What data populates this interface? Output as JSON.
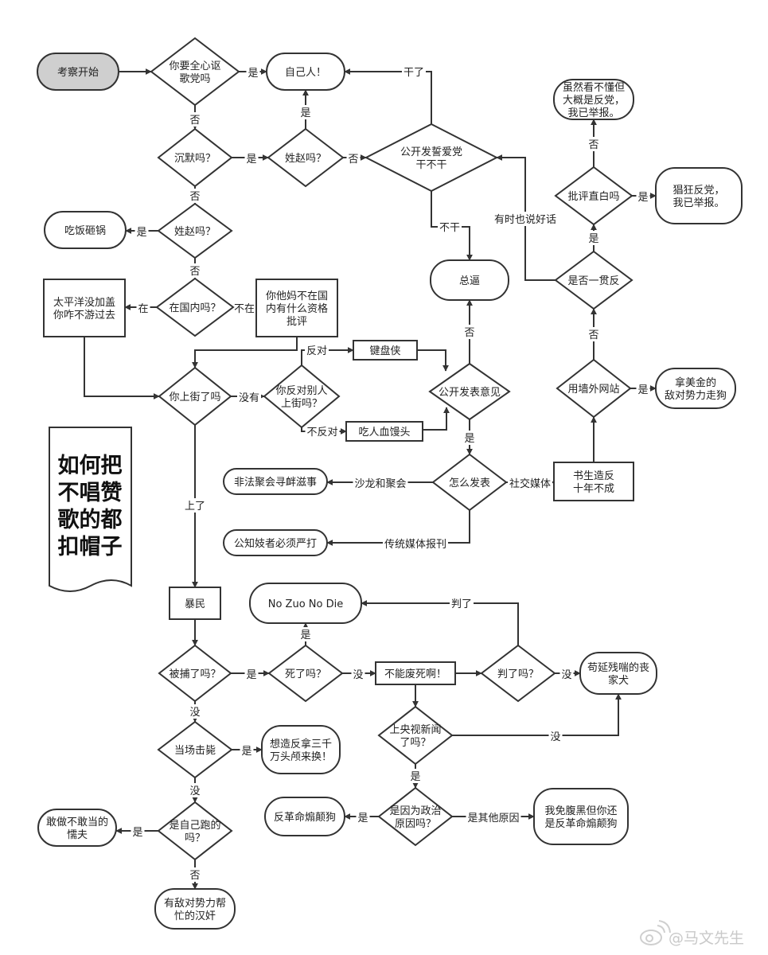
{
  "title": {
    "lines": [
      "如何把",
      "不唱赞",
      "歌的都",
      "扣帽子"
    ]
  },
  "watermark": {
    "text": "@马文先生",
    "icon": "weibo-icon"
  },
  "nodes": [
    {
      "id": "start",
      "label": "考察开始"
    },
    {
      "id": "q_praise",
      "label": "你要全心讴\n歌党吗"
    },
    {
      "id": "own_people",
      "label": "自己人！"
    },
    {
      "id": "q_silent",
      "label": "沉默吗？"
    },
    {
      "id": "q_zhao1",
      "label": "姓赵吗？"
    },
    {
      "id": "q_vow",
      "label": "公开发誓爱党\n干不干"
    },
    {
      "id": "q_zhao2",
      "label": "姓赵吗？"
    },
    {
      "id": "eat_smash",
      "label": "吃饭砸锅"
    },
    {
      "id": "q_domestic",
      "label": "在国内吗？"
    },
    {
      "id": "pacific",
      "label": "太平洋没加盖\n你咋不游过去"
    },
    {
      "id": "not_domestic",
      "label": "你他妈不在国\n内有什么资格\n批评"
    },
    {
      "id": "q_street",
      "label": "你上街了吗"
    },
    {
      "id": "q_oppose",
      "label": "你反对别人\n上街吗？"
    },
    {
      "id": "keyboard",
      "label": "键盘侠"
    },
    {
      "id": "bloody_bun",
      "label": "吃人血馒头"
    },
    {
      "id": "q_public",
      "label": "公开发表意见"
    },
    {
      "id": "zongyi",
      "label": "总逼"
    },
    {
      "id": "q_how",
      "label": "怎么发表"
    },
    {
      "id": "illegal_gather",
      "label": "非法聚会寻衅滋事"
    },
    {
      "id": "public_knowledge",
      "label": "公知妓者必须严打"
    },
    {
      "id": "scholar",
      "label": "书生造反\n十年不成"
    },
    {
      "id": "q_vpn",
      "label": "用墙外网站"
    },
    {
      "id": "us_money",
      "label": "拿美金的\n敌对势力走狗"
    },
    {
      "id": "q_always",
      "label": "是否一贯反"
    },
    {
      "id": "q_criticize",
      "label": "批评直白吗"
    },
    {
      "id": "rampant",
      "label": "猖狂反党，\n我已举报。"
    },
    {
      "id": "dont_understand",
      "label": "虽然看不懂但\n大概是反党，\n我已举报。"
    },
    {
      "id": "mob",
      "label": "暴民"
    },
    {
      "id": "q_arrested",
      "label": "被捕了吗？"
    },
    {
      "id": "q_dead",
      "label": "死了吗？"
    },
    {
      "id": "nozuo",
      "label": "No Zuo No Die"
    },
    {
      "id": "not_wasted",
      "label": "不能废死啊！"
    },
    {
      "id": "q_sentenced",
      "label": "判了吗？"
    },
    {
      "id": "lingering_dog",
      "label": "苟延残喘的丧\n家犬"
    },
    {
      "id": "q_cctv",
      "label": "上央视新闻\n了吗？"
    },
    {
      "id": "q_political",
      "label": "是因为政治\n原因吗？"
    },
    {
      "id": "counter_rev",
      "label": "反革命煽颠狗"
    },
    {
      "id": "free_black",
      "label": "我免腹黑但你还\n是反革命煽颠狗"
    },
    {
      "id": "q_shot",
      "label": "当场击毙"
    },
    {
      "id": "want_rebel",
      "label": "想造反拿三千\n万头颅来换！"
    },
    {
      "id": "q_ran",
      "label": "是自己跑的\n吗？"
    },
    {
      "id": "coward",
      "label": "敢做不敢当的\n懦夫"
    },
    {
      "id": "traitor",
      "label": "有敌对势力帮\n忙的汉奸"
    }
  ],
  "edges": [
    {
      "from": "start",
      "to": "q_praise",
      "label": ""
    },
    {
      "from": "q_praise",
      "to": "own_people",
      "label": "是"
    },
    {
      "from": "q_praise",
      "to": "q_silent",
      "label": "否"
    },
    {
      "from": "q_silent",
      "to": "q_zhao1",
      "label": "是"
    },
    {
      "from": "q_zhao1",
      "to": "own_people",
      "label": "是"
    },
    {
      "from": "q_zhao1",
      "to": "q_vow",
      "label": "否"
    },
    {
      "from": "q_vow",
      "to": "own_people",
      "label": "干了"
    },
    {
      "from": "q_vow",
      "to": "zongyi",
      "label": "不干"
    },
    {
      "from": "q_silent",
      "to": "q_zhao2",
      "label": "否"
    },
    {
      "from": "q_zhao2",
      "to": "eat_smash",
      "label": "是"
    },
    {
      "from": "q_zhao2",
      "to": "q_domestic",
      "label": "否"
    },
    {
      "from": "q_domestic",
      "to": "pacific",
      "label": "在"
    },
    {
      "from": "q_domestic",
      "to": "not_domestic",
      "label": "不在"
    },
    {
      "from": "pacific",
      "to": "q_street",
      "label": ""
    },
    {
      "from": "not_domestic",
      "to": "q_street",
      "label": ""
    },
    {
      "from": "q_street",
      "to": "q_oppose",
      "label": "没有"
    },
    {
      "from": "q_oppose",
      "to": "keyboard",
      "label": "反对"
    },
    {
      "from": "q_oppose",
      "to": "bloody_bun",
      "label": "不反对"
    },
    {
      "from": "keyboard",
      "to": "q_public",
      "label": ""
    },
    {
      "from": "bloody_bun",
      "to": "q_public",
      "label": ""
    },
    {
      "from": "q_public",
      "to": "zongyi",
      "label": "否"
    },
    {
      "from": "q_public",
      "to": "q_how",
      "label": "是"
    },
    {
      "from": "q_how",
      "to": "illegal_gather",
      "label": "沙龙和聚会"
    },
    {
      "from": "q_how",
      "to": "public_knowledge",
      "label": "传统媒体报刊"
    },
    {
      "from": "q_how",
      "to": "scholar",
      "label": "社交媒体"
    },
    {
      "from": "scholar",
      "to": "q_vpn",
      "label": ""
    },
    {
      "from": "q_vpn",
      "to": "us_money",
      "label": "是"
    },
    {
      "from": "q_vpn",
      "to": "q_always",
      "label": "否"
    },
    {
      "from": "q_always",
      "to": "q_vow",
      "label": "有时也说好话"
    },
    {
      "from": "q_always",
      "to": "q_criticize",
      "label": "是"
    },
    {
      "from": "q_criticize",
      "to": "rampant",
      "label": "是"
    },
    {
      "from": "q_criticize",
      "to": "dont_understand",
      "label": "否"
    },
    {
      "from": "q_street",
      "to": "mob",
      "label": "上了"
    },
    {
      "from": "mob",
      "to": "q_arrested",
      "label": ""
    },
    {
      "from": "q_arrested",
      "to": "q_dead",
      "label": "是"
    },
    {
      "from": "q_dead",
      "to": "nozuo",
      "label": "是"
    },
    {
      "from": "q_dead",
      "to": "not_wasted",
      "label": "没"
    },
    {
      "from": "not_wasted",
      "to": "q_sentenced",
      "label": ""
    },
    {
      "from": "q_sentenced",
      "to": "nozuo",
      "label": "判了"
    },
    {
      "from": "q_sentenced",
      "to": "lingering_dog",
      "label": "没"
    },
    {
      "from": "not_wasted",
      "to": "q_cctv",
      "label": ""
    },
    {
      "from": "q_cctv",
      "to": "lingering_dog",
      "label": "没"
    },
    {
      "from": "q_cctv",
      "to": "q_political",
      "label": "是"
    },
    {
      "from": "q_political",
      "to": "counter_rev",
      "label": "是"
    },
    {
      "from": "q_political",
      "to": "free_black",
      "label": "是其他原因"
    },
    {
      "from": "q_arrested",
      "to": "q_shot",
      "label": "没"
    },
    {
      "from": "q_shot",
      "to": "want_rebel",
      "label": "是"
    },
    {
      "from": "q_shot",
      "to": "q_ran",
      "label": "没"
    },
    {
      "from": "q_ran",
      "to": "coward",
      "label": "是"
    },
    {
      "from": "q_ran",
      "to": "traitor",
      "label": "否"
    }
  ]
}
